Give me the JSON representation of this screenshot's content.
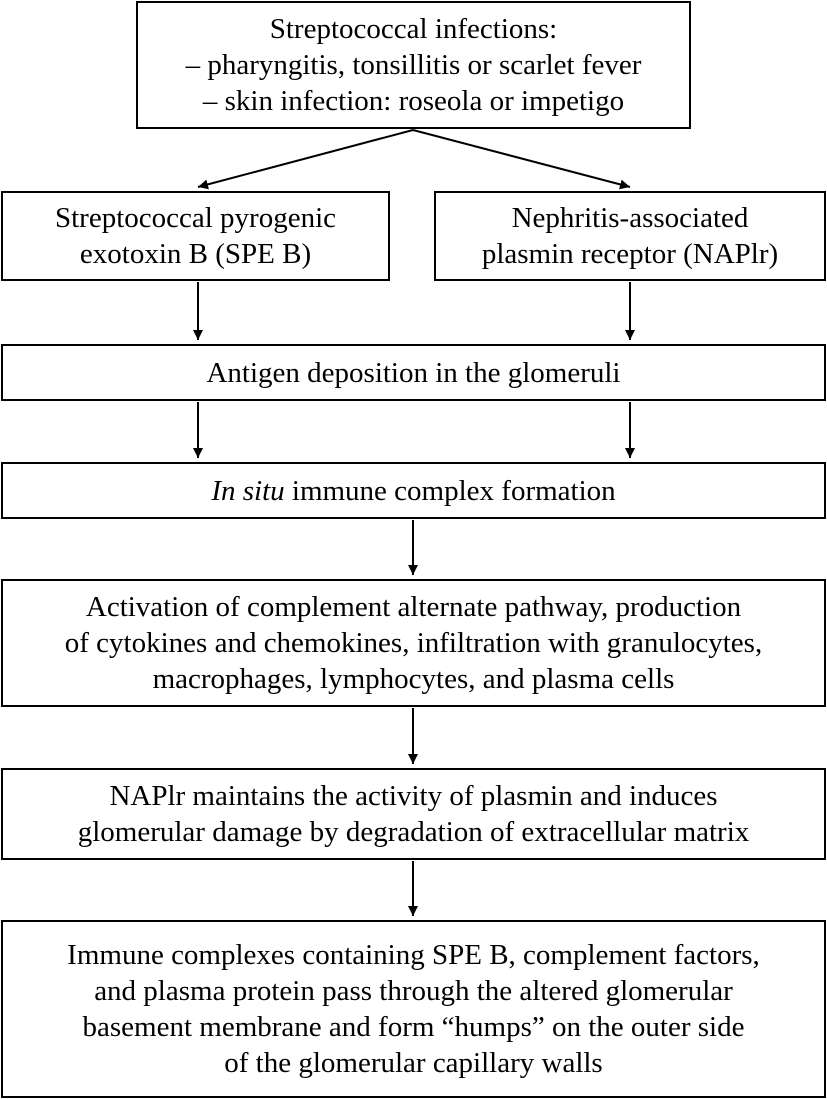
{
  "flowchart": {
    "infections": {
      "title": "Streptococcal infections:",
      "item_1": "– pharyngitis, tonsillitis or scarlet fever",
      "item_2": "– skin infection: roseola or impetigo"
    },
    "spe_b": {
      "line_1": "Streptococcal pyrogenic",
      "line_2": "exotoxin B (SPE B)"
    },
    "naplr": {
      "line_1": "Nephritis-associated",
      "line_2": "plasmin receptor (NAPlr)"
    },
    "antigen_deposition": {
      "text": "Antigen deposition in the glomeruli"
    },
    "immune_complex": {
      "italic": "In situ",
      "rest": " immune complex formation"
    },
    "activation": {
      "line_1": "Activation of complement alternate pathway, production",
      "line_2": "of cytokines and chemokines, infiltration with granulocytes,",
      "line_3": "macrophages, lymphocytes, and plasma cells"
    },
    "plasmin": {
      "line_1": "NAPlr maintains the activity of plasmin and induces",
      "line_2": "glomerular damage by degradation of extracellular matrix"
    },
    "humps": {
      "line_1": "Immune complexes containing SPE B, complement factors,",
      "line_2": "and plasma protein pass through the altered glomerular",
      "line_3": "basement membrane and form “humps” on the outer side",
      "line_4": "of the glomerular capillary walls"
    }
  }
}
